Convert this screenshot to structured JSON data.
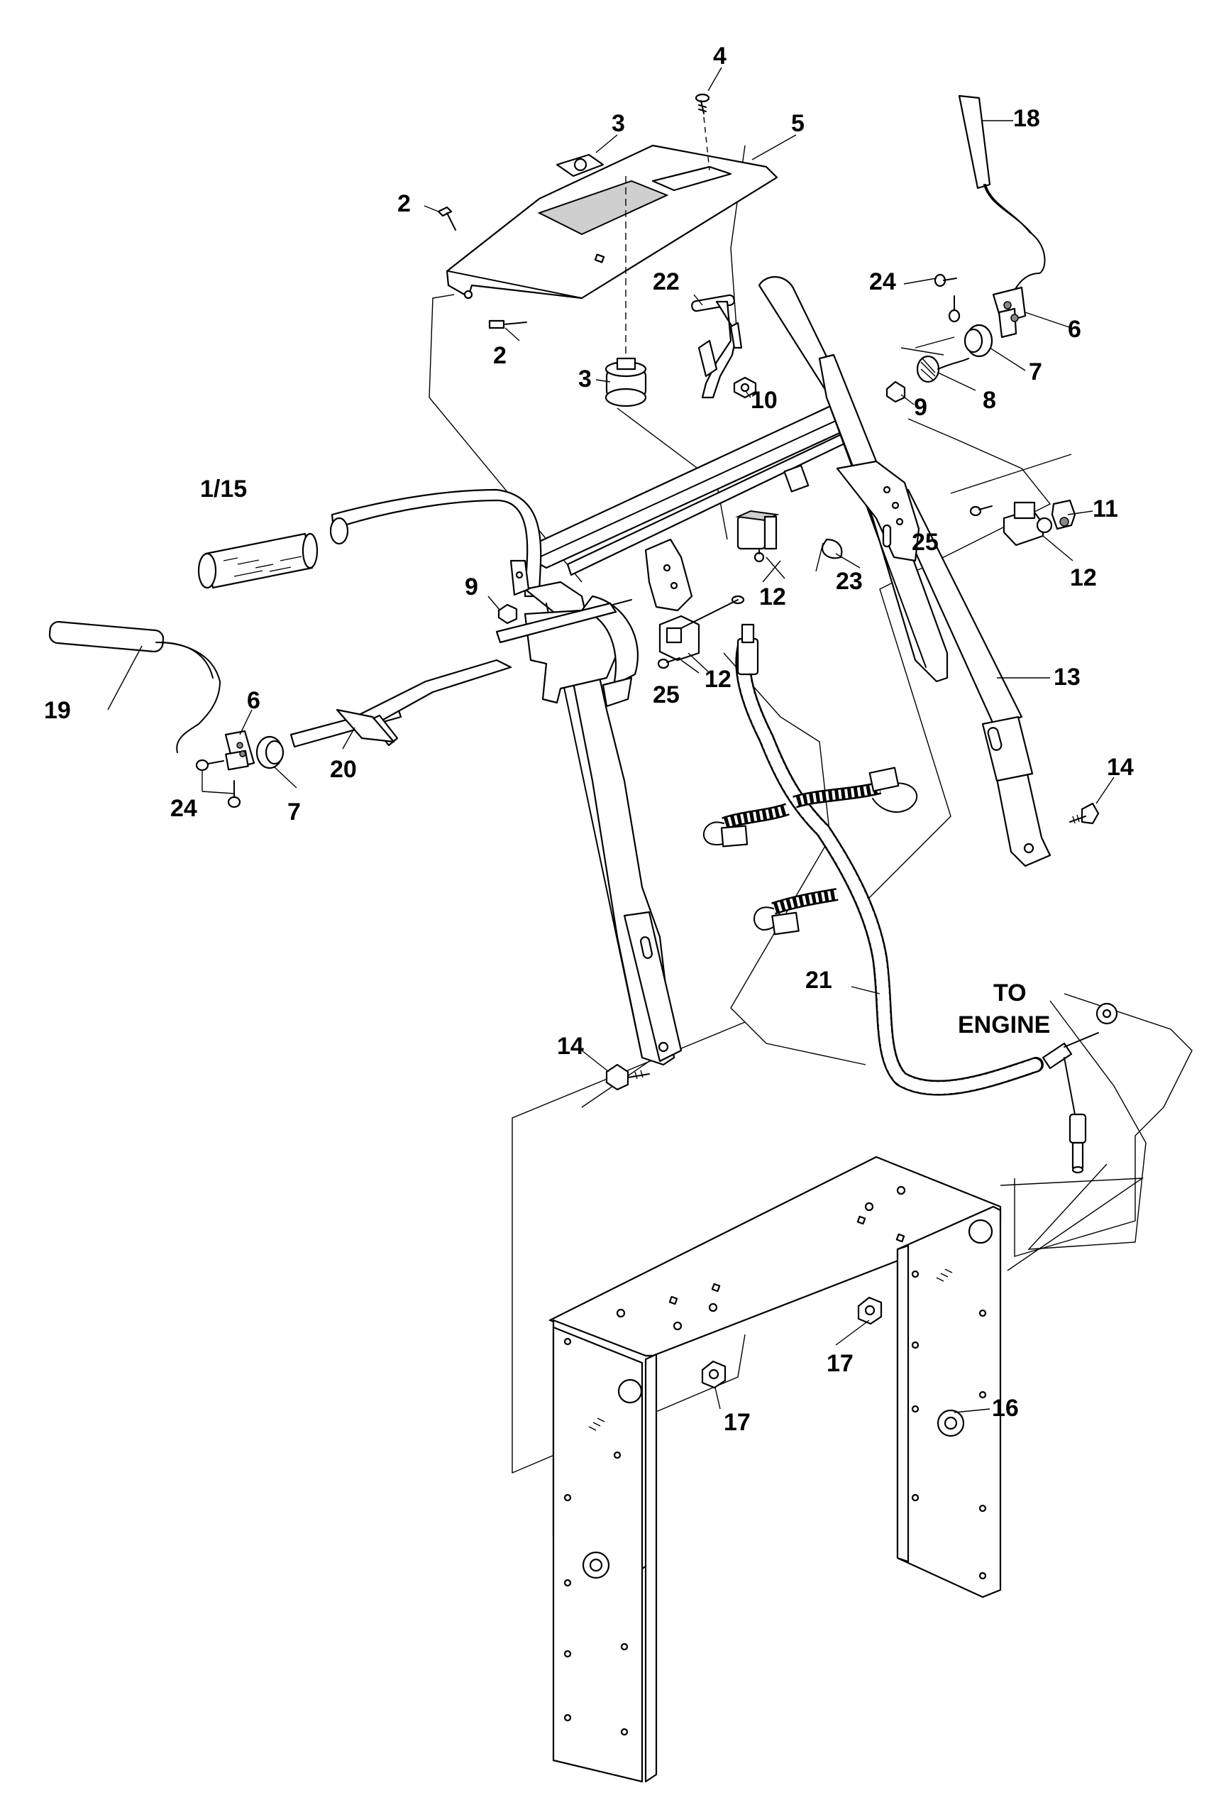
{
  "callouts": {
    "c1": "4",
    "c2": "3",
    "c3": "5",
    "c4": "18",
    "c5": "2",
    "c6": "22",
    "c7": "24",
    "c8": "6",
    "c9": "2",
    "c10": "3",
    "c11": "10",
    "c12": "7",
    "c13": "9",
    "c14": "8",
    "c15": "1/15",
    "c16": "11",
    "c17": "25",
    "c18": "9",
    "c19": "12",
    "c20": "23",
    "c21": "12",
    "c22": "13",
    "c23": "6",
    "c24": "25",
    "c25": "12",
    "c26": "19",
    "c27": "14",
    "c28": "24",
    "c29": "7",
    "c30": "20",
    "c31": "21",
    "c32": "14",
    "c33": "17",
    "c34": "16",
    "c35": "17"
  },
  "engine_note": {
    "line1": "TO",
    "line2": "ENGINE"
  }
}
